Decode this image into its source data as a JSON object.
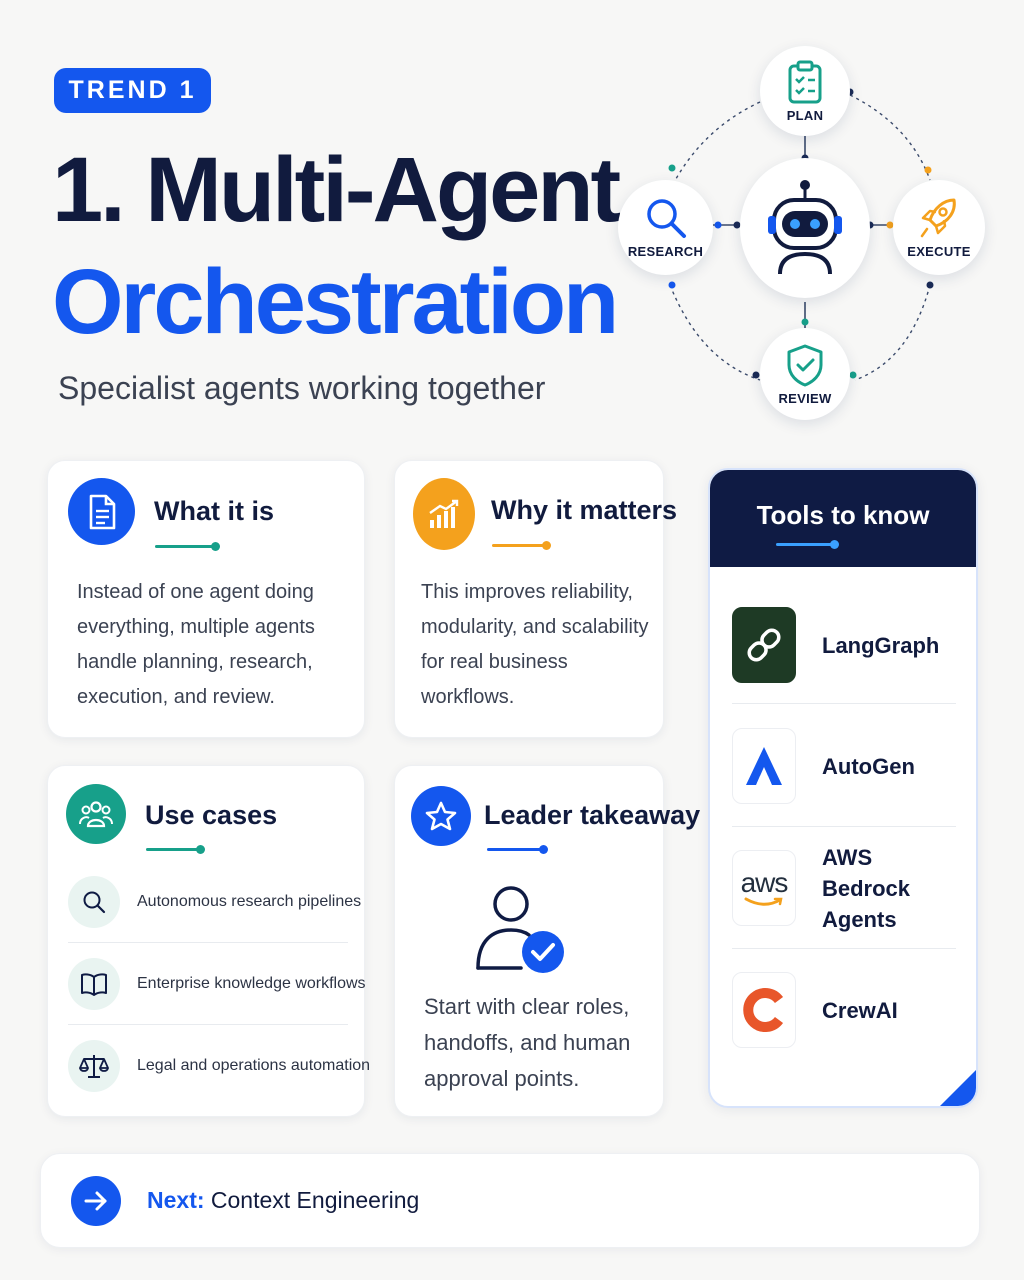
{
  "header": {
    "badge": "TREND 1",
    "title_line1": "1. Multi-Agent",
    "title_line2": "Orchestration",
    "subtitle": "Specialist agents working together"
  },
  "diagram": {
    "nodes": [
      {
        "label": "PLAN",
        "icon": "clipboard-icon"
      },
      {
        "label": "RESEARCH",
        "icon": "search-icon"
      },
      {
        "label": "EXECUTE",
        "icon": "rocket-icon"
      },
      {
        "label": "REVIEW",
        "icon": "shield-check-icon"
      }
    ],
    "center_icon": "robot-icon"
  },
  "cards": {
    "what": {
      "title": "What it is",
      "icon": "document-icon",
      "lines": [
        "Instead of one agent doing",
        "everything, multiple agents",
        "handle planning, research,",
        "execution, and review."
      ]
    },
    "why": {
      "title": "Why it matters",
      "icon": "growth-chart-icon",
      "lines": [
        "This improves reliability,",
        "modularity, and scalability",
        "for real business",
        "workflows."
      ]
    },
    "use_cases": {
      "title": "Use cases",
      "icon": "team-icon",
      "items": [
        {
          "text": "Autonomous research pipelines",
          "icon": "search-icon"
        },
        {
          "text": "Enterprise knowledge workflows",
          "icon": "book-icon"
        },
        {
          "text": "Legal and operations automation",
          "icon": "scales-icon"
        }
      ]
    },
    "leader": {
      "title": "Leader takeaway",
      "icon": "star-icon",
      "lines": [
        "Start with clear roles,",
        "handoffs, and human",
        "approval points."
      ]
    }
  },
  "tools": {
    "title": "Tools to know",
    "items": [
      {
        "name": "LangGraph",
        "logo": "langgraph-logo"
      },
      {
        "name": "AutoGen",
        "logo": "autogen-logo"
      },
      {
        "name_line1": "AWS Bedrock",
        "name_line2": "Agents",
        "logo": "aws-logo",
        "logo_text": "aws"
      },
      {
        "name": "CrewAI",
        "logo": "crewai-logo"
      }
    ]
  },
  "footer": {
    "next_label": "Next:",
    "next_value": "Context Engineering"
  },
  "colors": {
    "primary_blue": "#1457ee",
    "navy": "#0f1b44",
    "teal": "#17a08a",
    "orange": "#f4a11d",
    "background": "#f7f7f6"
  }
}
